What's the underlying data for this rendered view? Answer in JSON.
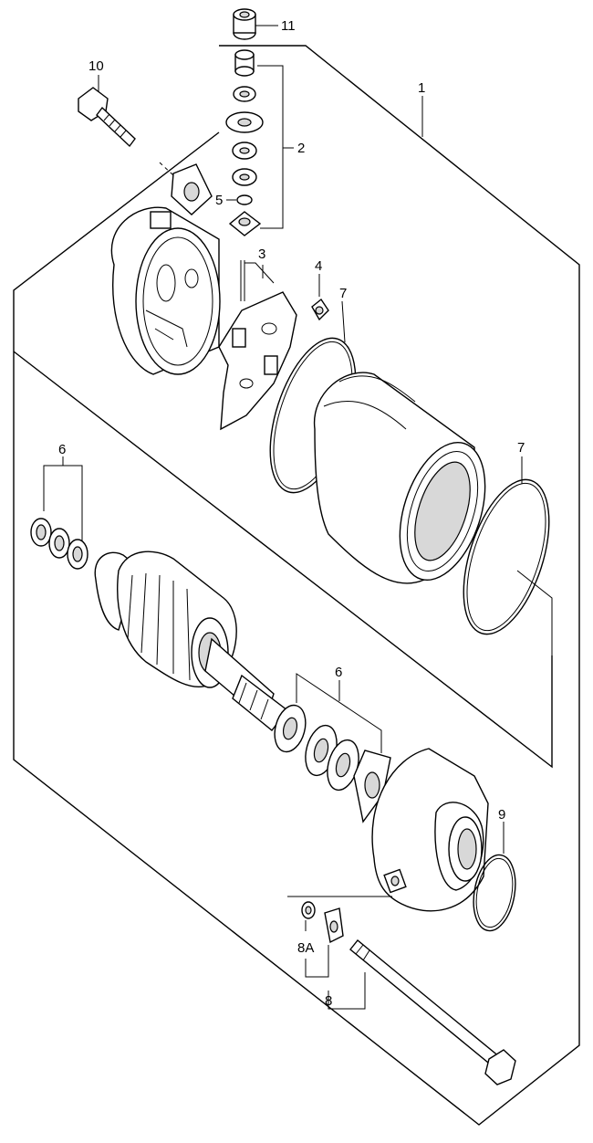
{
  "callouts": [
    {
      "id": "c11",
      "text": "11"
    },
    {
      "id": "c10",
      "text": "10"
    },
    {
      "id": "c1",
      "text": "1"
    },
    {
      "id": "c2",
      "text": "2"
    },
    {
      "id": "c5",
      "text": "5"
    },
    {
      "id": "c3",
      "text": "3"
    },
    {
      "id": "c4",
      "text": "4"
    },
    {
      "id": "c7a",
      "text": "7"
    },
    {
      "id": "c7b",
      "text": "7"
    },
    {
      "id": "c6a",
      "text": "6"
    },
    {
      "id": "c6b",
      "text": "6"
    },
    {
      "id": "c9",
      "text": "9"
    },
    {
      "id": "c8A",
      "text": "8A"
    },
    {
      "id": "c8",
      "text": "8"
    }
  ]
}
